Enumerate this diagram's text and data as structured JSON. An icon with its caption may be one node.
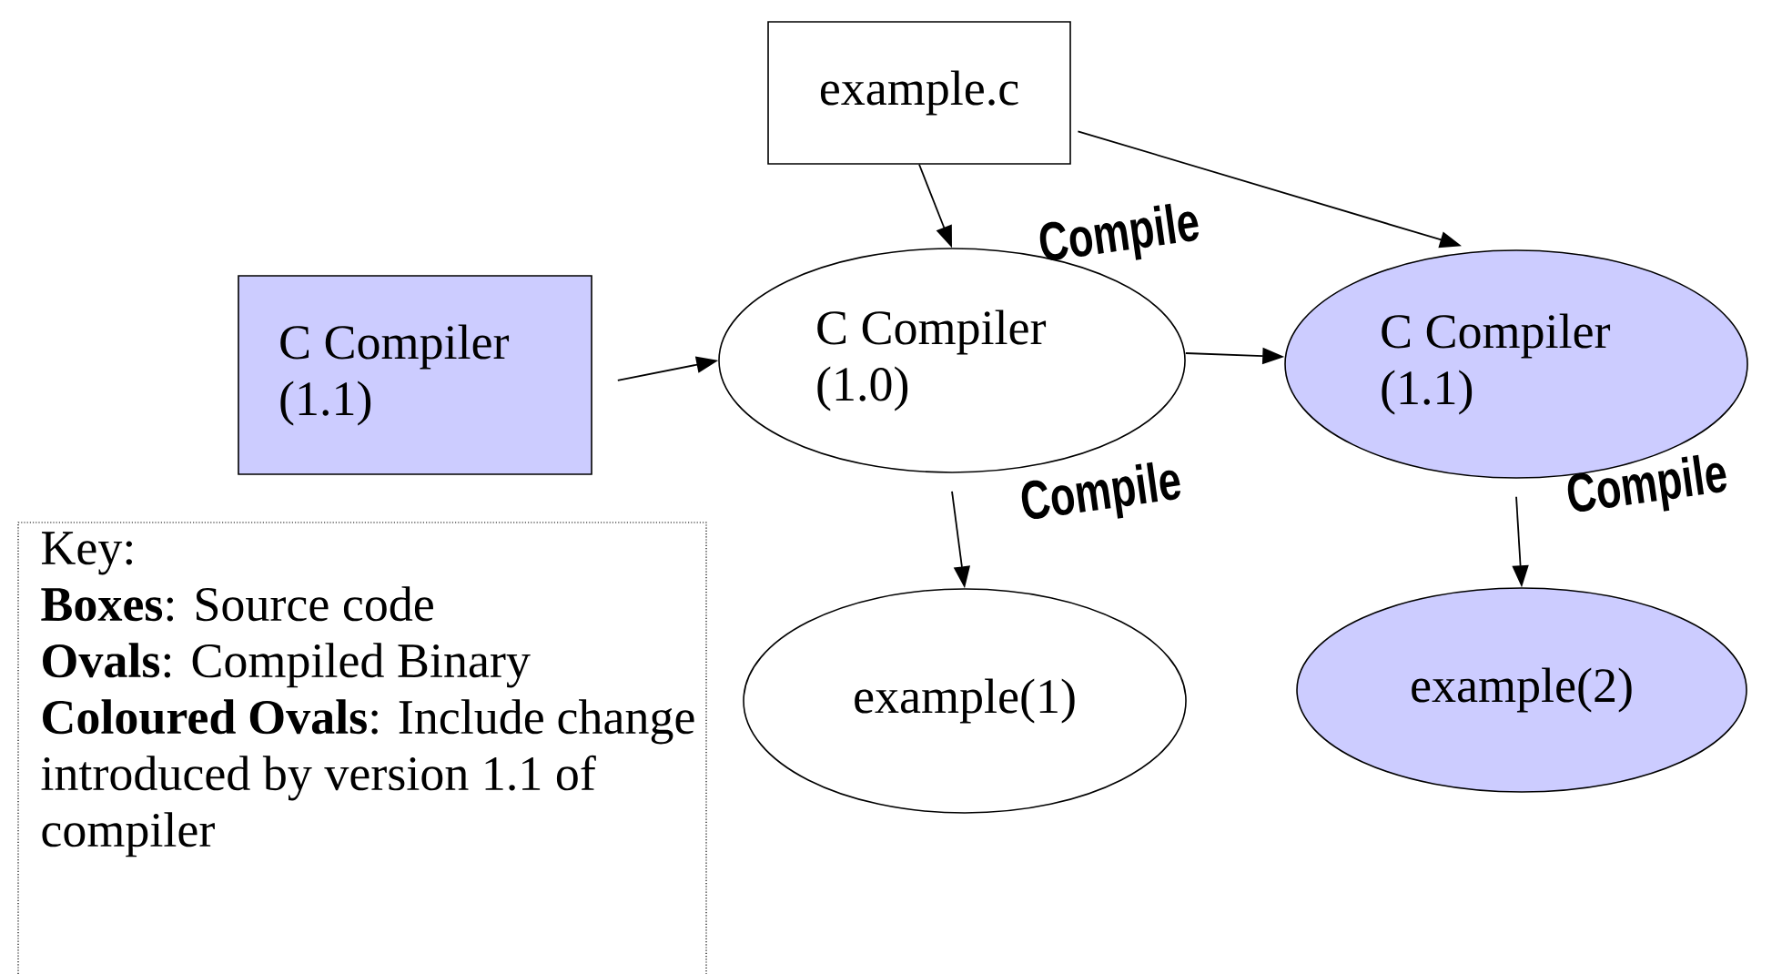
{
  "diagram": {
    "nodes": [
      {
        "text": [
          "example.c"
        ]
      },
      {
        "text": [
          "C Compiler (1.1)"
        ]
      },
      {
        "text": [
          "C Compiler (1.0)"
        ]
      },
      {
        "text": [
          "C Compiler (1.1)"
        ]
      },
      {
        "text": [
          "example(1)"
        ]
      },
      {
        "text": [
          "example(2)"
        ]
      },
      {
        "text": [
          "Key:",
          "**Boxes**: Source code",
          "**Ovals**: Compiled Binary",
          "**Coloured Ovals**: Include change introduced by version 1.1 of compiler"
        ]
      }
    ],
    "edges": [
      {
        "from": 0,
        "to": 2,
        "arrow": "to"
      },
      {
        "from": 0,
        "to": 3,
        "arrow": "to"
      },
      {
        "from": 1,
        "to": 2,
        "arrow": "to"
      },
      {
        "from": 2,
        "to": 3,
        "arrow": "to"
      },
      {
        "from": 2,
        "to": 4,
        "arrow": "to"
      },
      {
        "from": 3,
        "to": 5,
        "arrow": "to"
      }
    ],
    "labels": [
      "Compile",
      "Compile",
      "Compile"
    ]
  }
}
